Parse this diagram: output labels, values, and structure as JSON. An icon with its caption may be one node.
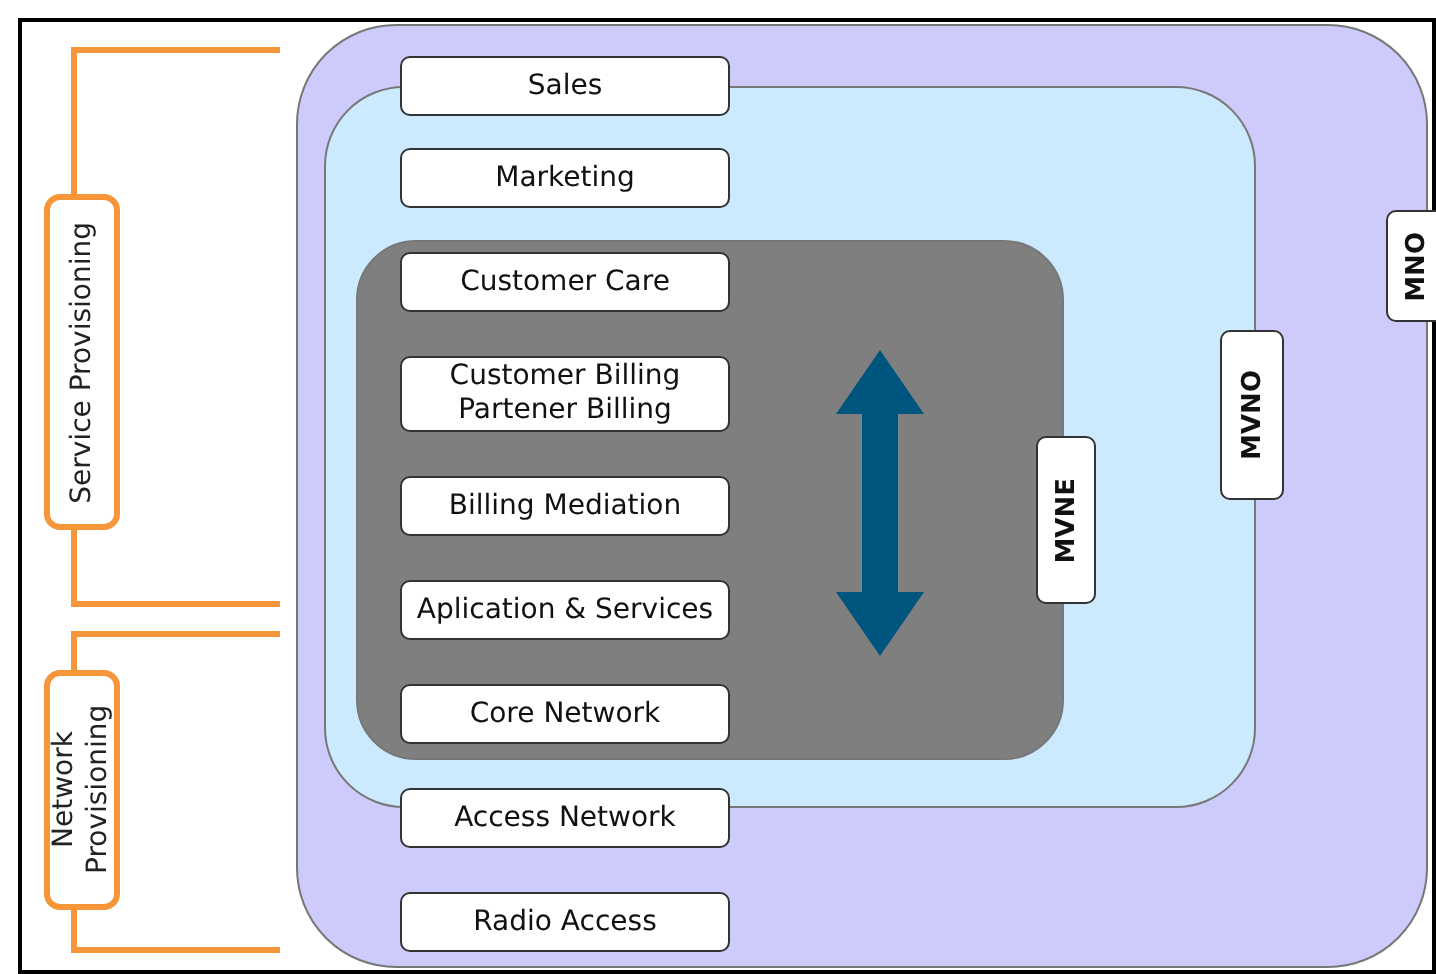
{
  "diagram": {
    "nodes": [
      {
        "text": [
          "Service Provisioning"
        ]
      },
      {
        "text": [
          "Network Provisioning"
        ]
      },
      {
        "text": [
          "MNO"
        ]
      },
      {
        "text": [
          "Sales"
        ],
        "in": 2
      },
      {
        "text": [
          "MVNO"
        ],
        "in": 2
      },
      {
        "text": [
          "Marketing"
        ],
        "in": 4
      },
      {
        "text": [
          "MVNE"
        ],
        "in": 4
      },
      {
        "text": [
          "Customer Care"
        ],
        "in": 6
      },
      {
        "text": [
          "Customer Billing",
          "Partener Billing"
        ],
        "in": 6
      },
      {
        "text": [
          "Billing Mediation"
        ],
        "in": 6
      },
      {
        "text": [
          "Aplication & Services"
        ],
        "in": 6
      },
      {
        "text": [
          "Core Network"
        ],
        "in": 6
      },
      {
        "text": [
          "Access Network"
        ],
        "in": 2
      },
      {
        "text": [
          "Radio Access"
        ],
        "in": 2
      }
    ],
    "edges": []
  }
}
